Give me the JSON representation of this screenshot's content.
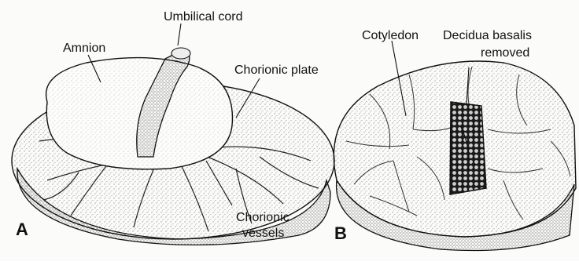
{
  "panel_a": {
    "letter": "A",
    "labels": {
      "umbilical_cord": "Umbilical cord",
      "amnion": "Amnion",
      "chorionic_plate": "Chorionic plate",
      "chorionic_vessels_line1": "Chorionic",
      "chorionic_vessels_line2": "vessels"
    }
  },
  "panel_b": {
    "letter": "B",
    "labels": {
      "cotyledon": "Cotyledon",
      "decidua_basalis_line1": "Decidua basalis",
      "decidua_basalis_line2": "removed"
    }
  }
}
